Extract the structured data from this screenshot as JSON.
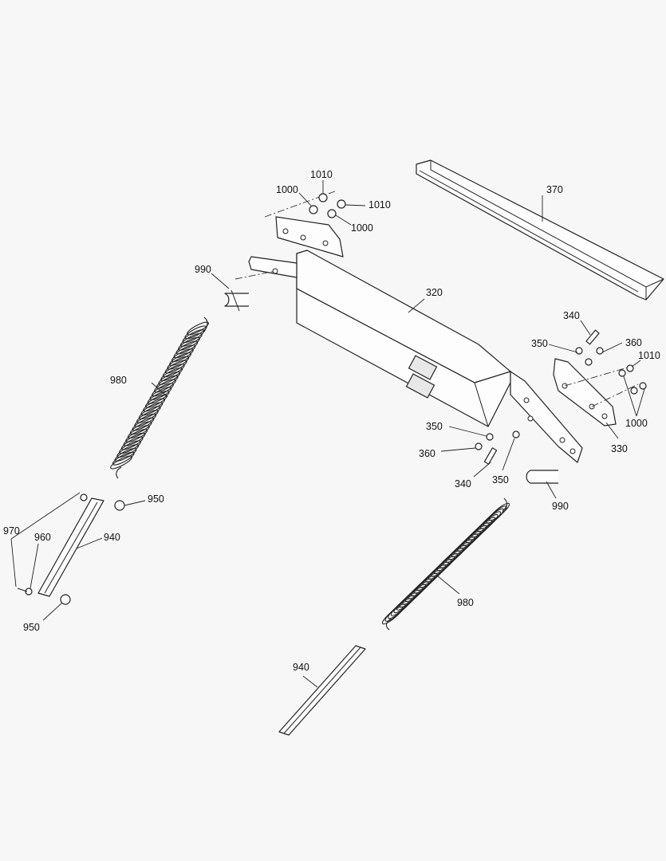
{
  "labels": {
    "l1010a": "1010",
    "l1000a": "1000",
    "l1010b": "1010",
    "l1000b": "1000",
    "l370": "370",
    "l990a": "990",
    "l320": "320",
    "l340a": "340",
    "l350a": "350",
    "l360a": "360",
    "l1010c": "1010",
    "l1000c": "1000",
    "l330": "330",
    "l980a": "980",
    "l350b": "350",
    "l360b": "360",
    "l340b": "340",
    "l350c": "350",
    "l990b": "990",
    "l950a": "950",
    "l970": "970",
    "l960": "960",
    "l940a": "940",
    "l950b": "950",
    "l980b": "980",
    "l940b": "940"
  }
}
